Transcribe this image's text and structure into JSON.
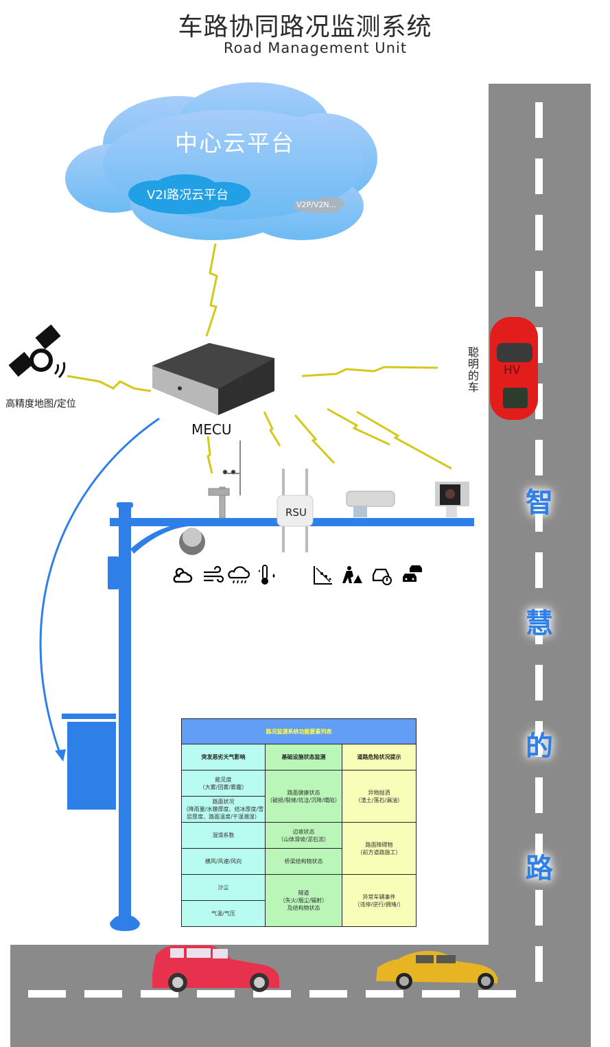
{
  "header": {
    "title": "车路协同路况监测系统",
    "subtitle": "Road Management Unit"
  },
  "cloud": {
    "main_label": "中心云平台",
    "v2i_label": "V2I路况云平台",
    "v2p_label": "V2P/V2N..."
  },
  "devices": {
    "map_label": "高精度地图/定位",
    "mecu_label": "MECU",
    "rsu_label": "RSU",
    "smart_car_label": "聪明的车",
    "hv_label": "HV"
  },
  "road": {
    "words": [
      "智",
      "慧",
      "的",
      "路"
    ]
  },
  "icons": {
    "weather_group": [
      "partly-cloudy-icon",
      "wind-icon",
      "rain-cloud-icon",
      "thermometer-humidity-icon"
    ],
    "hazard_group": [
      "landslide-icon",
      "road-work-icon",
      "vehicle-warning-icon",
      "traffic-jam-icon"
    ]
  },
  "colors": {
    "pole_blue": "#2f7fe8",
    "road_gray": "#8a8a8a",
    "signal_yellow": "#d4c81a",
    "road_text_blue": "#2f7fe8"
  },
  "table": {
    "title": "路况监测系统功能要素列表",
    "columns": [
      "突发恶劣天气影响",
      "基础设施状态监测",
      "道路危险状况提示"
    ],
    "weather": [
      [
        "能见度",
        "（大雾/团雾/雾霾）"
      ],
      [
        "路面状况",
        "（降雨量/水膜厚度、结冰厚度/雪层厚度、路面温度/干湿潮湿）"
      ],
      [
        "湿滑系数"
      ],
      [
        "横风/风速/风向"
      ],
      [
        "沙尘"
      ],
      [
        "气温/气压"
      ]
    ],
    "infrastructure": [
      [
        "路面健康状态",
        "（破损/裂缝/坑洼/沉降/塌陷）"
      ],
      [
        "边坡状态",
        "（山体滑坡/泥石流）"
      ],
      [
        "桥梁结构物状态"
      ],
      [
        "隧道",
        "（失火/烟尘/辐射）",
        "及结构物状态"
      ]
    ],
    "hazards": [
      [
        "异物抛洒",
        "（渣土/落石/漏油）"
      ],
      [
        "路面障碍物",
        "（前方道路施工）"
      ],
      [
        "异常车辆事件",
        "（违停/逆行/拥堵/）"
      ]
    ]
  }
}
